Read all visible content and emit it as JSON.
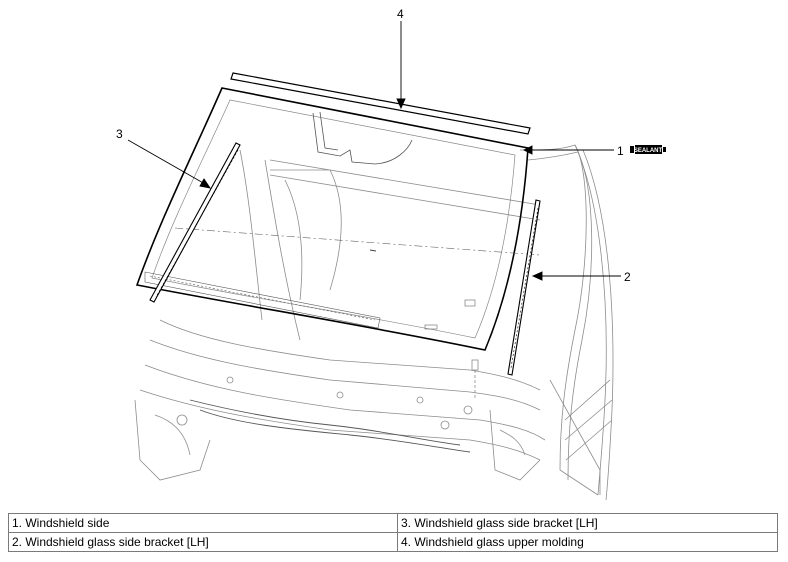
{
  "callouts": [
    {
      "number": "1",
      "label": "Windshield side"
    },
    {
      "number": "2",
      "label": "Windshield glass side bracket [LH]"
    },
    {
      "number": "3",
      "label": "Windshield glass side bracket [LH]"
    },
    {
      "number": "4",
      "label": "Windshield glass upper molding"
    }
  ],
  "sealant_badge": "SEALANT",
  "legend": {
    "rows": [
      [
        "1. Windshield side",
        "3. Windshield glass side bracket [LH]"
      ],
      [
        "2. Windshield glass side bracket [LH]",
        "4. Windshield glass upper molding"
      ]
    ]
  }
}
